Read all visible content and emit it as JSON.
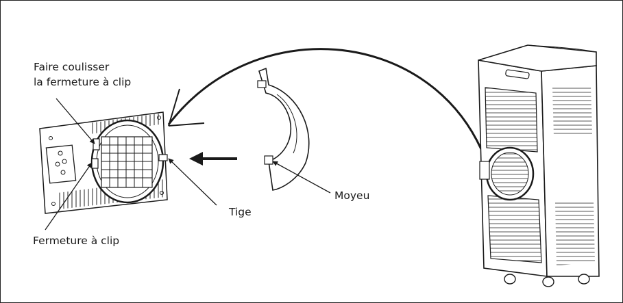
{
  "labels": {
    "slide_clip_line1": "Faire coulisser",
    "slide_clip_line2": "la fermeture à clip",
    "hub": "Moyeu",
    "rod": "Tige",
    "clip_closure": "Fermeture à clip"
  },
  "colors": {
    "ink": "#1a1a1a",
    "frame": "#222222",
    "background": "#ffffff"
  }
}
